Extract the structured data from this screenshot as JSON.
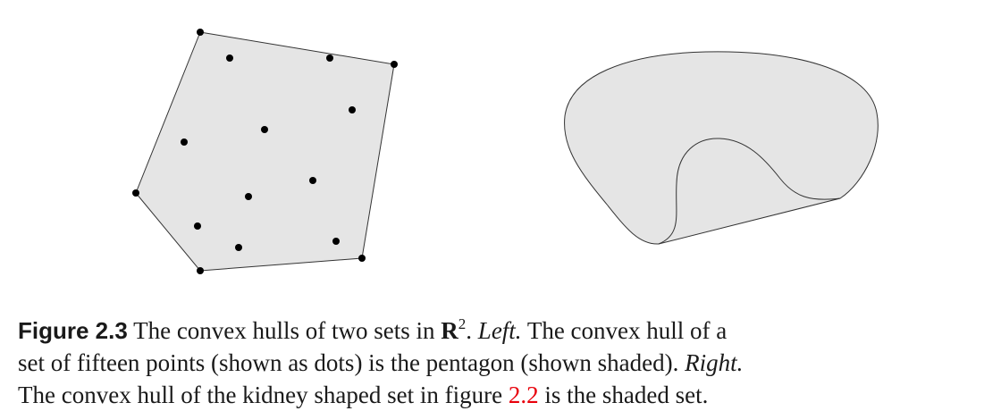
{
  "figure": {
    "left_panel": {
      "hull_fill": "#e5e5e5",
      "stroke": "#333333",
      "dot_color": "#000000"
    },
    "right_panel": {
      "hull_fill": "#e5e5e5",
      "stroke": "#333333"
    }
  },
  "caption": {
    "label": "Figure 2.3",
    "line1_text": " The convex hulls of two sets in ",
    "space_symbol": "R",
    "space_exponent": "2",
    "line1_period": ". ",
    "left_word": "Left.",
    "line1_rest": " The convex hull of a",
    "line2_text": "set of fifteen points (shown as dots) is the pentagon (shown shaded). ",
    "right_word": "Right.",
    "line3_text_a": "The convex hull of the kidney shaped set in figure ",
    "figure_ref": "2.2",
    "line3_text_b": " is the shaded set.",
    "ref_color": "#e8000b"
  }
}
